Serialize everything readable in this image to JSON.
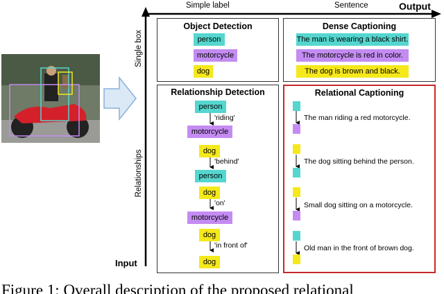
{
  "axes": {
    "top_left_label": "Simple label",
    "top_right_label": "Sentence",
    "output_label": "Output",
    "input_label": "Input",
    "row1_label": "Single box",
    "row2_label": "Relationships"
  },
  "photo": {
    "description_icon": "photo-of-man-on-motorcycle-with-dog"
  },
  "object_detection": {
    "title": "Object Detection",
    "labels": [
      "person",
      "motorcycle",
      "dog"
    ]
  },
  "dense_captioning": {
    "title": "Dense Captioning",
    "captions": [
      "The man is wearing a black shirt.",
      "The motorcycle is red in color.",
      "The dog is brown and black."
    ]
  },
  "relationship_detection": {
    "title": "Relationship Detection",
    "nodes": [
      "person",
      "motorcycle",
      "dog",
      "person",
      "dog",
      "motorcycle",
      "dog"
    ],
    "relations": [
      "'riding'",
      "'behind'",
      "'on'",
      "'in front of'"
    ]
  },
  "relational_captioning": {
    "title": "Relational Captioning",
    "captions": [
      "The man riding a red motorcycle.",
      "The dog sitting behind the person.",
      "Small dog sitting on a motorcycle.",
      "Old man in the front of brown dog."
    ]
  },
  "figure_caption": {
    "text": "Figure 1: Overall description of the proposed relational"
  },
  "colors": {
    "person": "#55d6cf",
    "motorcycle": "#c48cf2",
    "dog": "#f5e81b",
    "highlight_border": "#c62828"
  }
}
